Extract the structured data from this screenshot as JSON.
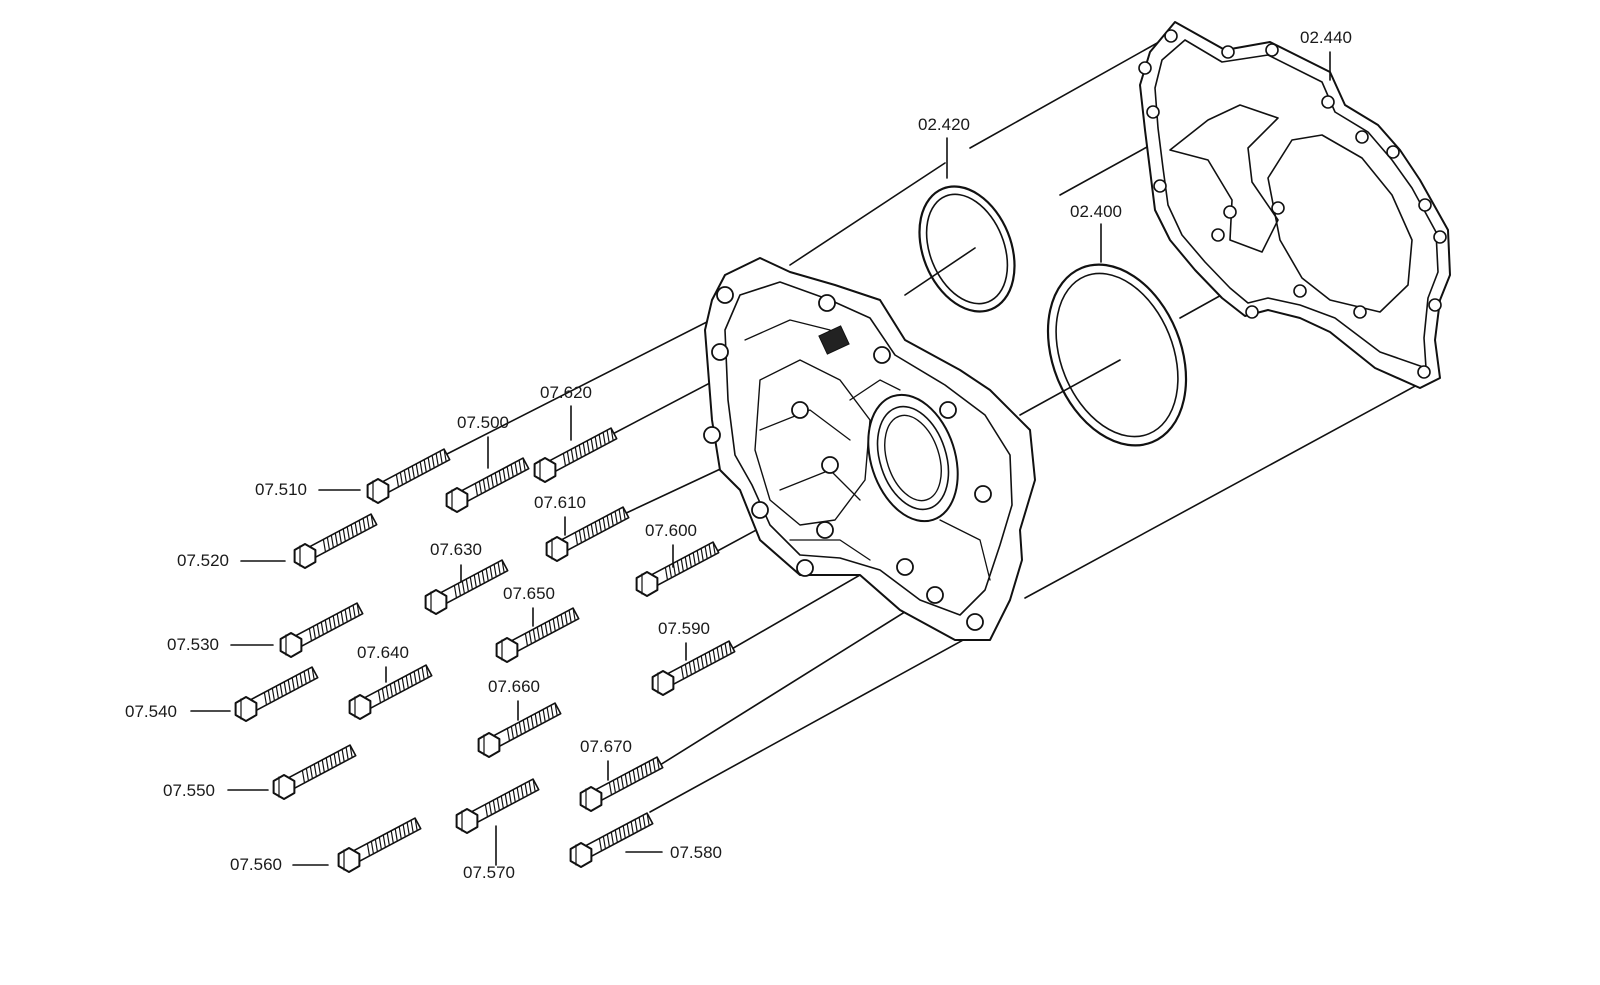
{
  "labels": {
    "p02440": "02.440",
    "p02420": "02.420",
    "p02400": "02.400",
    "p07620": "07.620",
    "p07500": "07.500",
    "p07510": "07.510",
    "p07610": "07.610",
    "p07520": "07.520",
    "p07630": "07.630",
    "p07600": "07.600",
    "p07650": "07.650",
    "p07530": "07.530",
    "p07590": "07.590",
    "p07640": "07.640",
    "p07540": "07.540",
    "p07660": "07.660",
    "p07670": "07.670",
    "p07550": "07.550",
    "p07560": "07.560",
    "p07570": "07.570",
    "p07580": "07.580"
  },
  "colors": {
    "ink": "#111111",
    "background": "#ffffff"
  }
}
